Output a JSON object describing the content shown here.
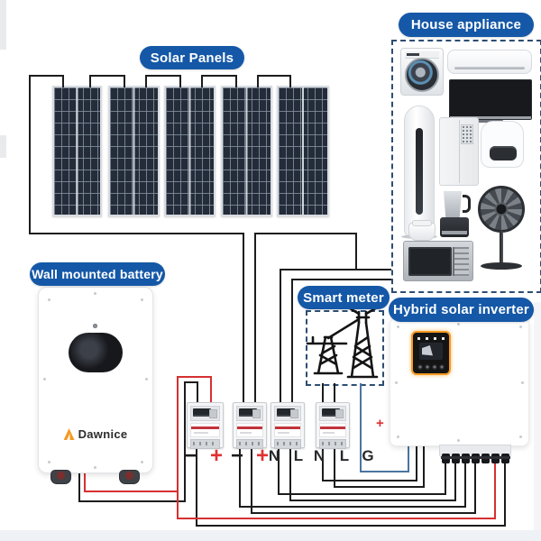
{
  "labels": {
    "solar_panels": "Solar Panels",
    "house_appliance": "House appliance",
    "wall_battery": "Wall mounted battery",
    "smart_meter": "Smart meter",
    "hybrid_inverter": "Hybrid solar inverter"
  },
  "battery": {
    "brand": "Dawnice"
  },
  "terminals": {
    "labels": [
      "−",
      "+",
      "−",
      "+",
      "N",
      "L",
      "N",
      "L",
      "G"
    ]
  },
  "inverter": {
    "corner_mark": "+"
  },
  "panels": {
    "count": 5
  },
  "meters": {
    "count": 4
  },
  "appliances": {
    "icons": [
      "washing-machine-icon",
      "split-ac-icon",
      "tv-icon",
      "tower-ac-icon",
      "fridge-icon",
      "air-fryer-icon",
      "pedestal-fan-icon",
      "blender-icon",
      "kettle-icon",
      "microwave-icon"
    ]
  },
  "colors": {
    "pill_blue": "#1558a7",
    "dashed_border": "#2c4d73",
    "wire_black": "#1c1c1c",
    "wire_red": "#d63031",
    "wire_blue": "#4a74a0",
    "display_orange": "#f59a23",
    "brand_orange": "#f59a23",
    "plus_red": "#e03131"
  }
}
